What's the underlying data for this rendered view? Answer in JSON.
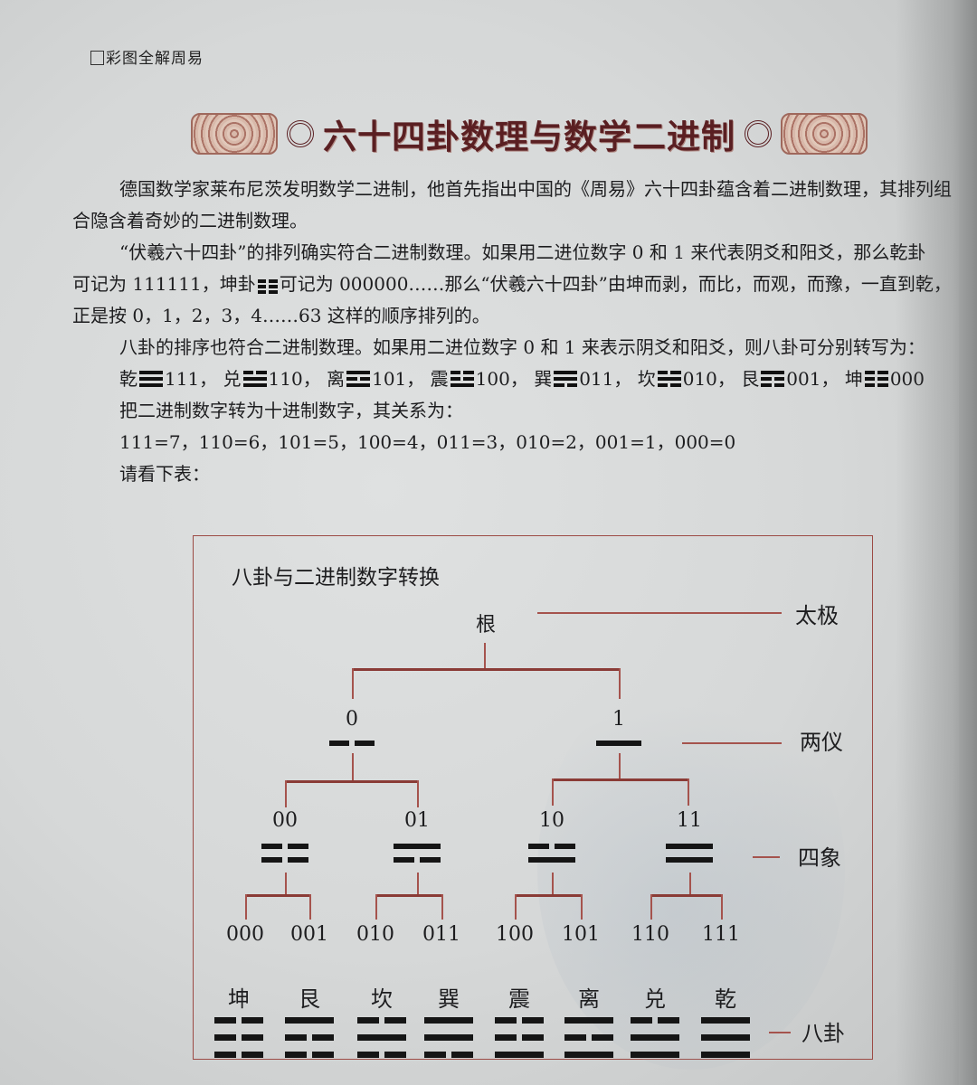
{
  "running_head": "彩图全解周易",
  "title": "六十四卦数理与数学二进制",
  "paragraphs": {
    "p1": "德国数学家莱布尼茨发明数学二进制，他首先指出中国的《周易》六十四卦蕴含着二进制数理，其排列组合隐含着奇妙的二进制数理。",
    "p2_a": "“伏羲六十四卦”的排列确实符合二进制数理。如果用二进位数字 0 和 1 来代表阴爻和阳爻，那么乾卦",
    "p2_b": "可记为 111111，坤卦",
    "p2_c": "可记为 000000……那么“伏羲六十四卦”由坤而剥，而比，而观，而豫，一直到乾，正是按 0，1，2，3，4……63 这样的顺序排列的。",
    "p3": "八卦的排序也符合二进制数理。如果用二进位数字 0 和 1 来表示阴爻和阳爻，则八卦可分别转写为：",
    "p4": "把二进制数字转为十进制数字，其关系为：",
    "p5": "111=7，110=6，101=5，100=4，011=3，010=2，001=1，000=0",
    "p6": "请看下表："
  },
  "trigram_list": [
    {
      "name": "乾",
      "code": "111",
      "lines": [
        1,
        1,
        1
      ],
      "sep": "，"
    },
    {
      "name": "兑",
      "code": "110",
      "lines": [
        0,
        1,
        1
      ],
      "sep": "，"
    },
    {
      "name": "离",
      "code": "101",
      "lines": [
        1,
        0,
        1
      ],
      "sep": "，"
    },
    {
      "name": "震",
      "code": "100",
      "lines": [
        0,
        0,
        1
      ],
      "sep": "，"
    },
    {
      "name": "巽",
      "code": "011",
      "lines": [
        1,
        1,
        0
      ],
      "sep": "，"
    },
    {
      "name": "坎",
      "code": "010",
      "lines": [
        0,
        1,
        0
      ],
      "sep": "，"
    },
    {
      "name": "艮",
      "code": "001",
      "lines": [
        1,
        0,
        0
      ],
      "sep": "，"
    },
    {
      "name": "坤",
      "code": "000",
      "lines": [
        0,
        0,
        0
      ],
      "sep": ""
    }
  ],
  "diagram": {
    "title": "八卦与二进制数字转换",
    "root": "根",
    "levels": {
      "taiji": "太极",
      "liangyi": "两仪",
      "sixiang": "四象",
      "bagua": "八卦"
    },
    "liangyi": [
      {
        "code": "0",
        "lines": [
          0
        ]
      },
      {
        "code": "1",
        "lines": [
          1
        ]
      }
    ],
    "sixiang": [
      {
        "code": "00",
        "lines": [
          0,
          0
        ]
      },
      {
        "code": "01",
        "lines": [
          1,
          0
        ]
      },
      {
        "code": "10",
        "lines": [
          0,
          1
        ]
      },
      {
        "code": "11",
        "lines": [
          1,
          1
        ]
      }
    ],
    "bagua_codes": [
      "000",
      "001",
      "010",
      "011",
      "100",
      "101",
      "110",
      "111"
    ],
    "bagua": [
      {
        "name": "坤",
        "lines": [
          0,
          0,
          0
        ]
      },
      {
        "name": "艮",
        "lines": [
          1,
          0,
          0
        ]
      },
      {
        "name": "坎",
        "lines": [
          0,
          1,
          0
        ]
      },
      {
        "name": "巽",
        "lines": [
          1,
          1,
          0
        ]
      },
      {
        "name": "震",
        "lines": [
          0,
          0,
          1
        ]
      },
      {
        "name": "离",
        "lines": [
          1,
          0,
          1
        ]
      },
      {
        "name": "兑",
        "lines": [
          0,
          1,
          1
        ]
      },
      {
        "name": "乾",
        "lines": [
          1,
          1,
          1
        ]
      }
    ]
  },
  "colors": {
    "title": "#5a1f22",
    "diagram_rule": "#a5534d",
    "paper": "#d8dada",
    "ink": "#1d1d1f"
  }
}
